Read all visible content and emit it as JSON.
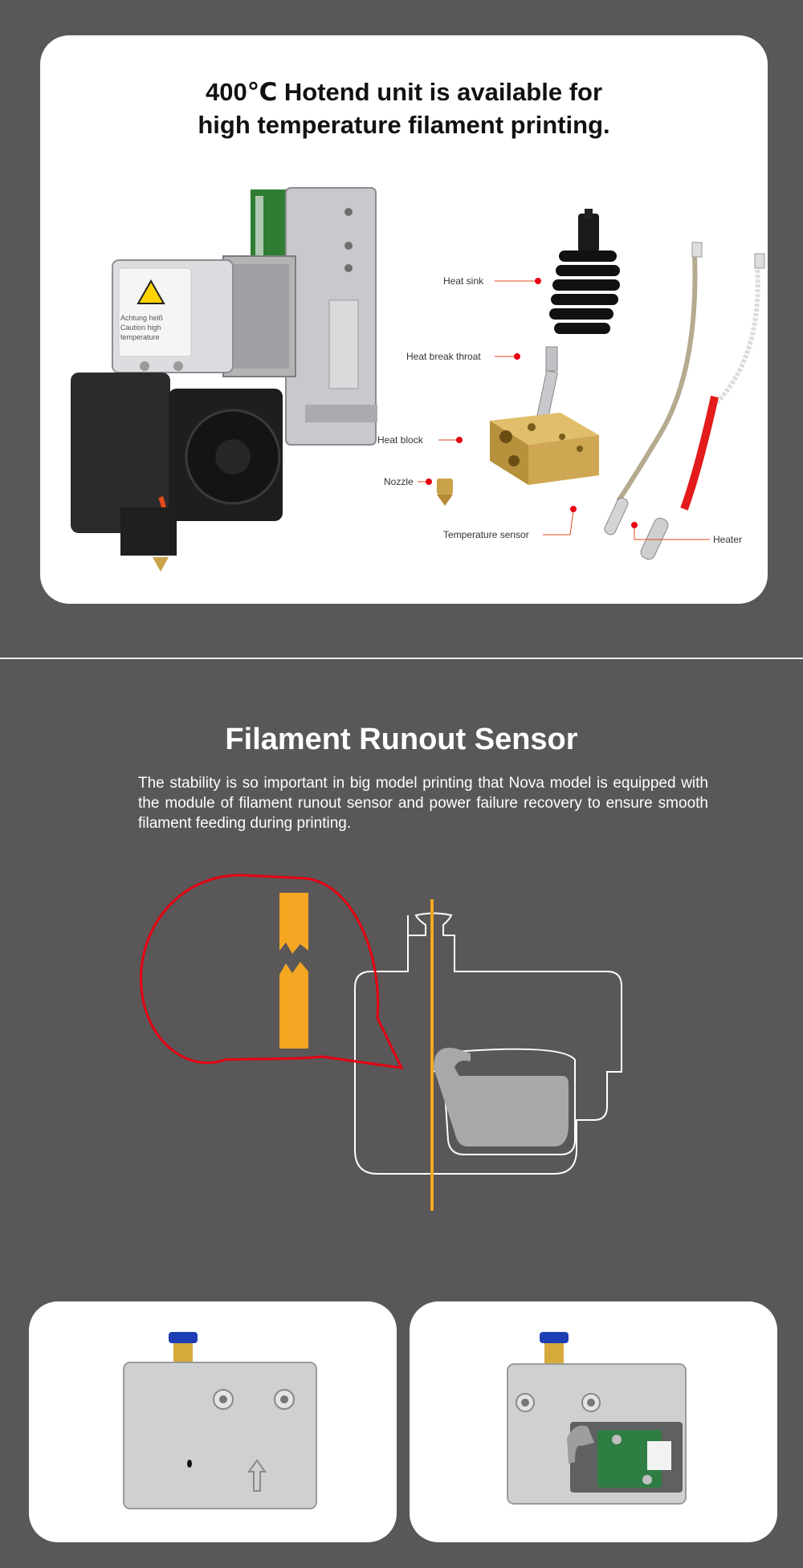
{
  "hotend": {
    "title_line1": "400℃ Hotend unit is available for",
    "title_line2": "high temperature filament printing.",
    "warning_label": [
      "Achtung heiß",
      "Caution high",
      "temperature"
    ],
    "callouts": {
      "heat_sink": "Heat sink",
      "heat_break_throat": "Heat break throat",
      "heat_block": "Heat block",
      "nozzle": "Nozzle",
      "temperature_sensor": "Temperature sensor",
      "heater": "Heater"
    }
  },
  "runout": {
    "title": "Filament Runout Sensor",
    "description": "The stability is so important in big model printing that Nova model is equipped with the module of filament runout sensor and power failure recovery to ensure smooth filament feeding during printing."
  },
  "colors": {
    "background": "#595757",
    "card": "#ffffff",
    "accent_red": "#e60012",
    "filament_orange": "#f5a623",
    "brass": "#c9a24a"
  }
}
